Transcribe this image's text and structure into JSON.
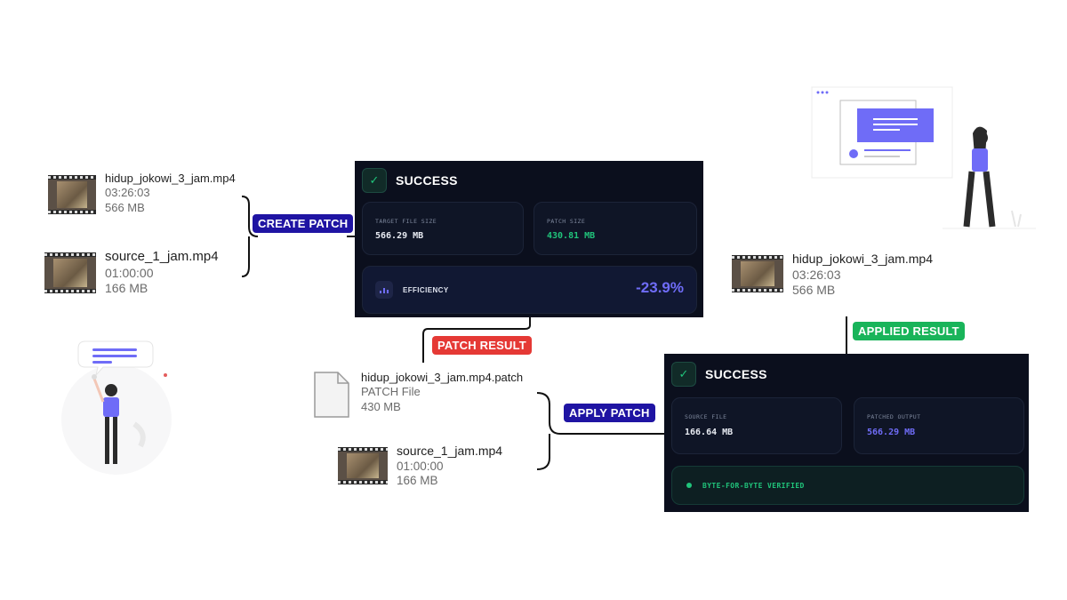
{
  "files": {
    "target_top": {
      "name": "hidup_jokowi_3_jam.mp4",
      "duration": "03:26:03",
      "size": "566 MB"
    },
    "source_top": {
      "name": "source_1_jam.mp4",
      "duration": "01:00:00",
      "size": "166 MB"
    },
    "patch_file": {
      "name": "hidup_jokowi_3_jam.mp4.patch",
      "type": "PATCH File",
      "size": "430 MB"
    },
    "source_bottom": {
      "name": "source_1_jam.mp4",
      "duration": "01:00:00",
      "size": "166 MB"
    },
    "result_right": {
      "name": "hidup_jokowi_3_jam.mp4",
      "duration": "03:26:03",
      "size": "566 MB"
    }
  },
  "tags": {
    "create_patch": "CREATE PATCH",
    "patch_result": "PATCH RESULT",
    "apply_patch": "APPLY PATCH",
    "applied_result": "APPLIED RESULT"
  },
  "create_panel": {
    "status": "SUCCESS",
    "target_label": "TARGET FILE SIZE",
    "target_value": "566.29 MB",
    "patch_label": "PATCH SIZE",
    "patch_value": "430.81 MB",
    "efficiency_label": "EFFICIENCY",
    "efficiency_value": "-23.9%"
  },
  "apply_panel": {
    "status": "SUCCESS",
    "source_label": "SOURCE FILE",
    "source_value": "166.64 MB",
    "output_label": "PATCHED OUTPUT",
    "output_value": "566.29 MB",
    "verified_label": "BYTE-FOR-BYTE VERIFIED"
  },
  "colors": {
    "panel_bg": "#0b0f1d",
    "success_green": "#20c47b",
    "accent_purple": "#6f6cf7",
    "tag_blue": "#1f14a3",
    "tag_red": "#e53935",
    "tag_green": "#19b45a"
  },
  "icons": [
    "video-thumbnail-icon",
    "document-icon",
    "check-icon",
    "bar-chart-icon",
    "dot-icon"
  ]
}
